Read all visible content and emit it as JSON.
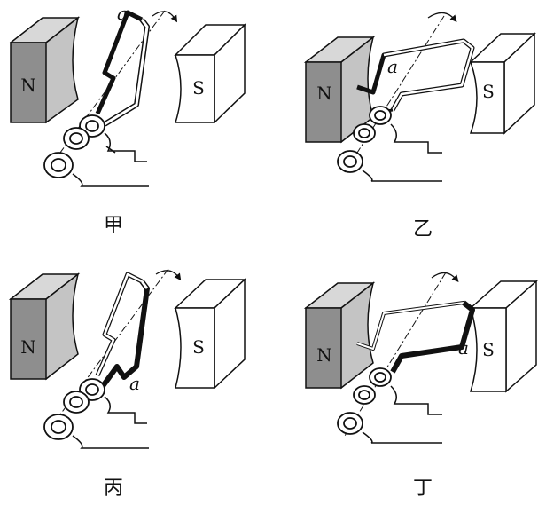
{
  "panels": [
    {
      "caption": "甲",
      "north": "N",
      "south": "S",
      "edge_label": "a"
    },
    {
      "caption": "乙",
      "north": "N",
      "south": "S",
      "edge_label": "a"
    },
    {
      "caption": "丙",
      "north": "N",
      "south": "S",
      "edge_label": "a"
    },
    {
      "caption": "丁",
      "north": "N",
      "south": "S",
      "edge_label": "a"
    }
  ],
  "colors": {
    "north_face": "#8e8e8e",
    "north_side": "#c4c4c4",
    "north_top": "#d8d8d8",
    "south_face": "#ffffff",
    "ink": "#111111"
  }
}
